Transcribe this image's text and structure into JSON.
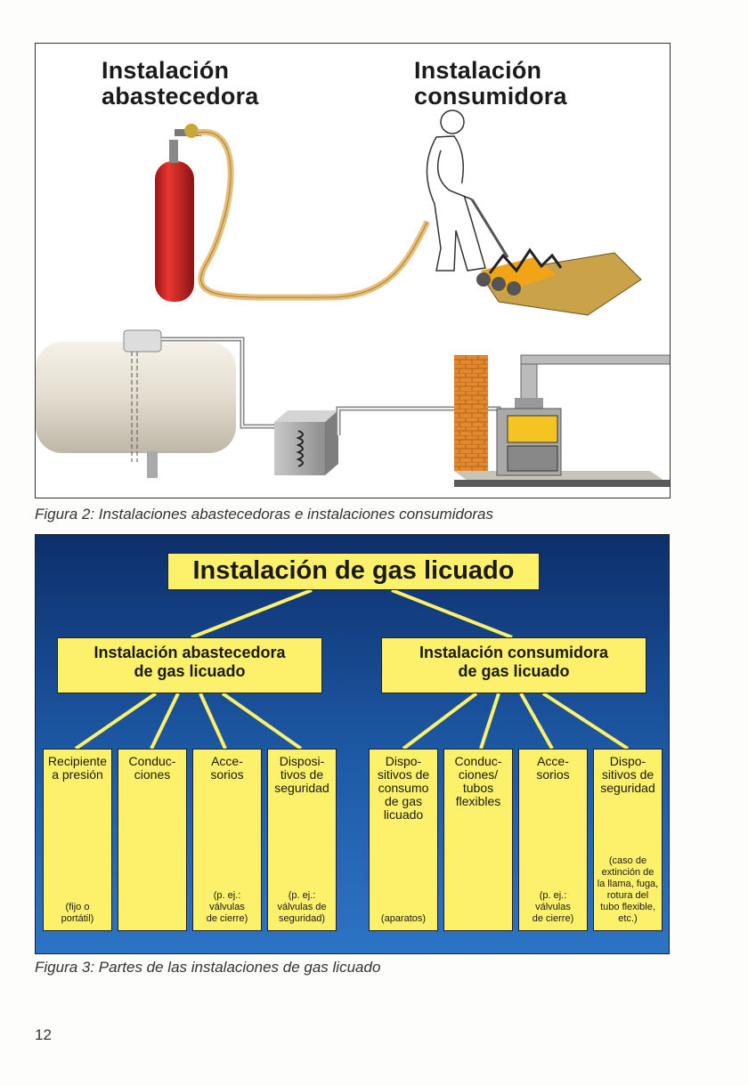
{
  "figure2": {
    "title_left_line1": "Instalación",
    "title_left_line2": "abastecedora",
    "title_right_line1": "Instalación",
    "title_right_line2": "consumidora",
    "caption": "Figura 2: Instalaciones abastecedoras e instalaciones consumidoras"
  },
  "figure3": {
    "main": "Instalación de gas licuado",
    "supply": {
      "line1": "Instalación abastecedora",
      "line2": "de gas licuado"
    },
    "consumer": {
      "line1": "Instalación consumidora",
      "line2": "de gas licuado"
    },
    "supply_parts": [
      {
        "l1": "Recipiente",
        "l2": "a presión",
        "l3": "",
        "l4": "",
        "l5": "",
        "n1": "(fijo o",
        "n2": "portátil)",
        "n3": ""
      },
      {
        "l1": "Conduc-",
        "l2": "ciones",
        "l3": "",
        "l4": "",
        "l5": "",
        "n1": "",
        "n2": "",
        "n3": ""
      },
      {
        "l1": "Acce-",
        "l2": "sorios",
        "l3": "",
        "l4": "",
        "l5": "",
        "n1": "(p. ej.:",
        "n2": "válvulas",
        "n3": "de cierre)"
      },
      {
        "l1": "Disposi-",
        "l2": "tivos de",
        "l3": "seguridad",
        "l4": "",
        "l5": "",
        "n1": "(p. ej.:",
        "n2": "válvulas de",
        "n3": "seguridad)"
      }
    ],
    "consumer_parts": [
      {
        "l1": "Dispo-",
        "l2": "sitivos de",
        "l3": "consumo",
        "l4": "de gas",
        "l5": "licuado",
        "n1": "(aparatos)"
      },
      {
        "l1": "Conduc-",
        "l2": "ciones/",
        "l3": "tubos",
        "l4": "flexibles",
        "l5": "",
        "n1": ""
      },
      {
        "l1": "Acce-",
        "l2": "sorios",
        "l3": "",
        "l4": "",
        "l5": "",
        "n1": "(p. ej.:",
        "n2": "válvulas",
        "n3": "de cierre)"
      },
      {
        "l1": "Dispo-",
        "l2": "sitivos de",
        "l3": "seguridad",
        "l4": "",
        "l5": "",
        "n1": "(caso de",
        "n2": "extinción de",
        "n3": "la llama, fuga,",
        "n4": "rotura del",
        "n5": "tubo flexible,",
        "n6": "etc.)"
      }
    ],
    "caption": "Figura 3: Partes de las instalaciones de gas licuado"
  },
  "page_number": "12",
  "colors": {
    "box_yellow": "#fdf06a",
    "bg_blue": "#1e5ba8",
    "cylinder_red": "#d8262a"
  }
}
